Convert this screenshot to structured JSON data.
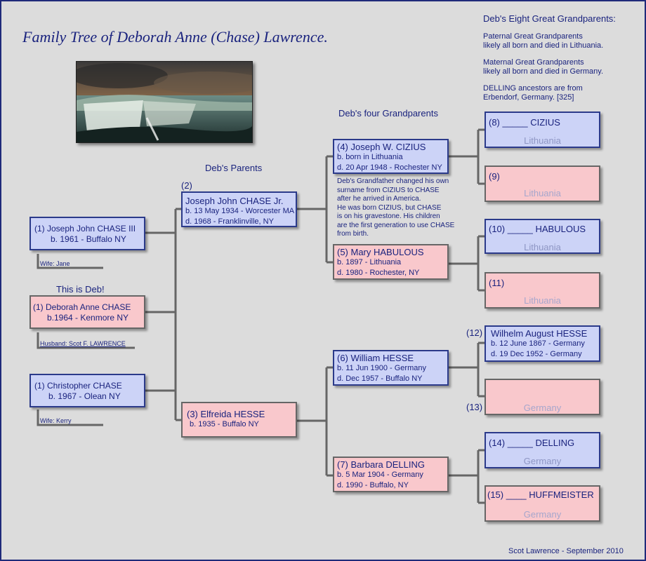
{
  "title": "Family Tree of Deborah Anne (Chase) Lawrence.",
  "labels": {
    "parents": "Deb's Parents",
    "grandparents": "Deb's four Grandparents",
    "this_is_deb": "This is Deb!",
    "num2": "(2)",
    "num12": "(12)",
    "num13": "(13)"
  },
  "info": {
    "heading": "Deb's Eight Great Grandparents:",
    "paternal_1": "Paternal Great Grandparents",
    "paternal_2": "likely all born and died in Lithuania.",
    "maternal_1": "Maternal Great Grandparents",
    "maternal_2": "likely all born and died in Germany.",
    "delling_1": "DELLING ancestors are from",
    "delling_2": "Erbendorf, Germany. [325]"
  },
  "siblings": [
    {
      "name": "(1)  Joseph John CHASE III",
      "born": "b. 1961 - Buffalo NY",
      "spouse": "Wife: Jane"
    },
    {
      "name": "(1) Deborah Anne CHASE",
      "born": "b.1964 - Kenmore NY",
      "spouse": "Husband: Scot F. LAWRENCE"
    },
    {
      "name": "(1) Christopher CHASE",
      "born": "b. 1967 - Olean NY",
      "spouse": "Wife: Kerry"
    }
  ],
  "parents": {
    "father": {
      "name": "Joseph John CHASE Jr.",
      "born": "b. 13 May 1934 - Worcester MA",
      "died": "d. 1968 - Franklinville, NY"
    },
    "mother": {
      "name": "(3) Elfreida HESSE",
      "born": "b. 1935 - Buffalo NY"
    }
  },
  "grandparents": {
    "p4": {
      "name": "(4) Joseph W. CIZIUS",
      "born": "b. born in Lithuania",
      "died": "d. 20 Apr 1948 - Rochester NY"
    },
    "p5": {
      "name": "(5) Mary HABULOUS",
      "born": "b. 1897 - Lithuania",
      "died": "d. 1980 - Rochester, NY"
    },
    "p6": {
      "name": "(6) William HESSE",
      "born": "b. 11 Jun 1900 - Germany",
      "died": "d. Dec 1957 - Buffalo NY"
    },
    "p7": {
      "name": "(7) Barbara DELLING",
      "born": "b. 5 Mar 1904 - Germany",
      "died": "d. 1990 - Buffalo, NY"
    }
  },
  "note": [
    "Deb's Grandfather changed his own",
    "surname from CIZIUS to CHASE",
    "after he arrived in America.",
    "He was born CIZIUS, but CHASE",
    "is on his gravestone. His children",
    "are the first generation to use CHASE",
    "from birth."
  ],
  "great": {
    "g8": {
      "name": "(8) _____  CIZIUS",
      "place": "Lithuania"
    },
    "g9": {
      "name": "(9)",
      "place": "Lithuania"
    },
    "g10": {
      "name": "(10)  _____ HABULOUS",
      "place": "Lithuania"
    },
    "g11": {
      "name": "(11)",
      "place": "Lithuania"
    },
    "g12": {
      "name": "Wilhelm August HESSE",
      "born": "b. 12 June 1867 - Germany",
      "died": "d. 19 Dec 1952 - Germany"
    },
    "g13": {
      "place": "Germany"
    },
    "g14": {
      "name": "(14)  _____ DELLING",
      "place": "Germany"
    },
    "g15": {
      "name": "(15)  ____ HUFFMEISTER",
      "place": "Germany"
    }
  },
  "footer": "Scot Lawrence - September 2010",
  "colors": {
    "male_box": "#ccd3f7",
    "female_box": "#f9c8cc",
    "text": "#1a237e",
    "connector": "#666666"
  }
}
